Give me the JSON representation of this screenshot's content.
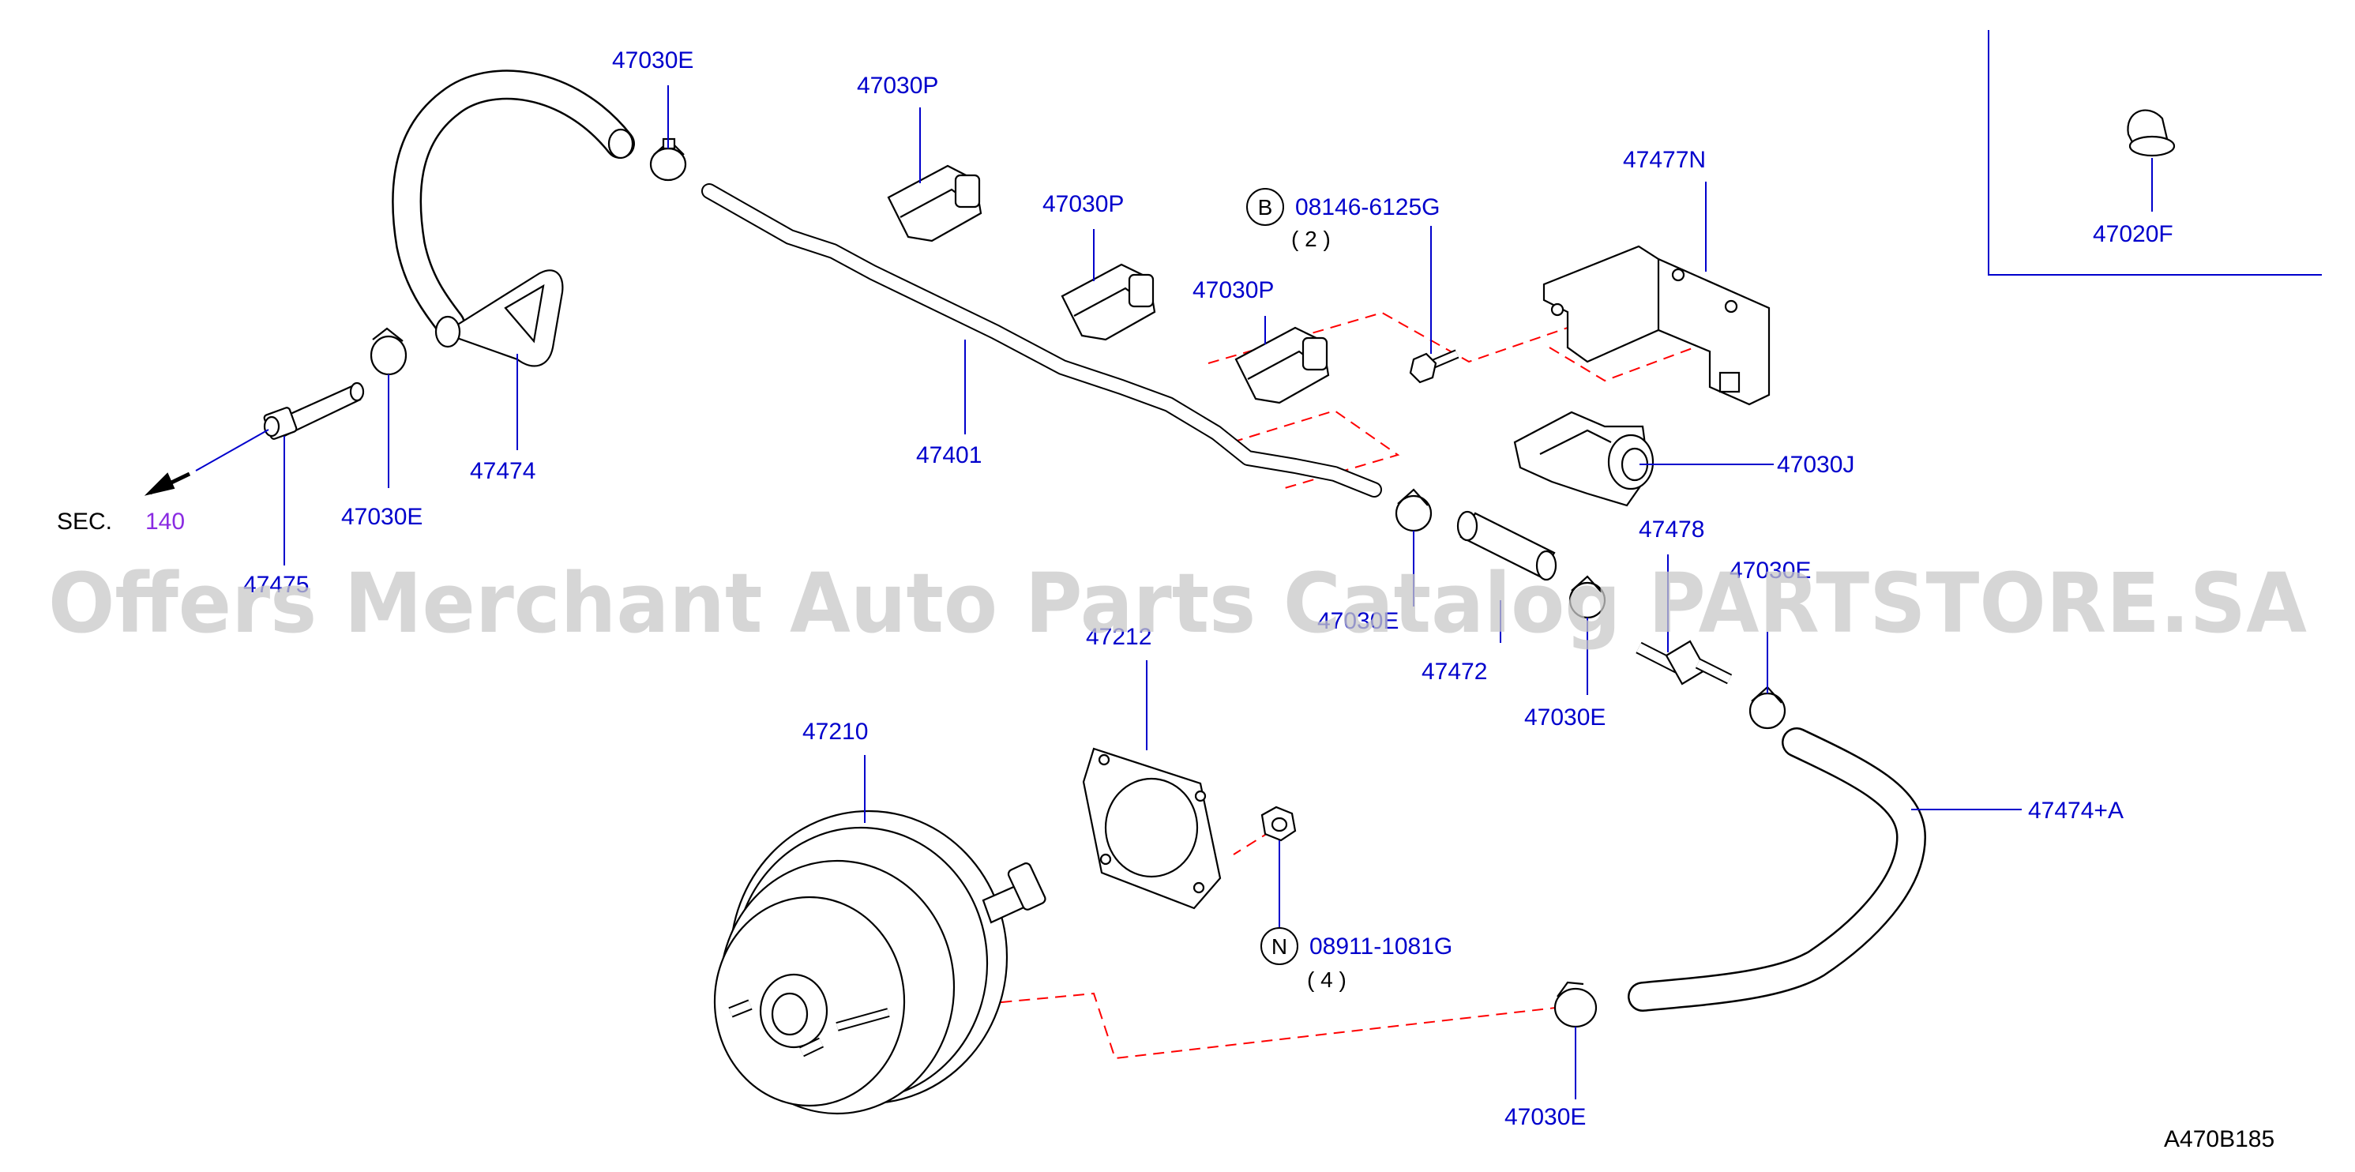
{
  "labels": {
    "p47030E_a": "47030E",
    "p47030P_a": "47030P",
    "p47030P_b": "47030P",
    "p47030P_c": "47030P",
    "p08146": "08146-6125G",
    "p08146_qty": "( 2 )",
    "p47477N": "47477N",
    "p47020F": "47020F",
    "p47474": "47474",
    "p47401": "47401",
    "p47030J": "47030J",
    "p47030E_b": "47030E",
    "p47475": "47475",
    "p47478": "47478",
    "p47030E_c": "47030E",
    "p47030E_d": "47030E",
    "p47472": "47472",
    "p47030E_e": "47030E",
    "p47212": "47212",
    "p47210": "47210",
    "p47474A": "47474+A",
    "p08911": "08911-1081G",
    "p08911_qty": "( 4 )",
    "p47030E_f": "47030E"
  },
  "sec": {
    "prefix": "SEC.",
    "number": "140"
  },
  "markers": {
    "b": "B",
    "n": "N"
  },
  "watermark": "Offers Merchant Auto Parts Catalog PARTSTORE.SA",
  "diagram_code": "A470B185",
  "colors": {
    "part_number": "#0000cc",
    "section_link": "#8a2be2",
    "dashed_line": "#ff0000",
    "watermark": "#c8c8c8"
  }
}
